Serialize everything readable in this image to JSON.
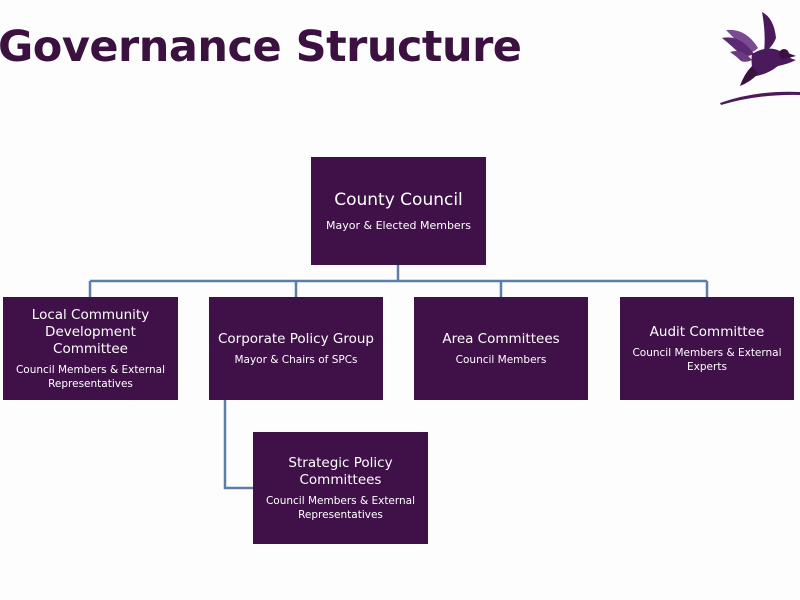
{
  "slide": {
    "title": "Governance Structure"
  },
  "logo": {
    "icon": "bird-logo-icon",
    "color": "#4a1a5c"
  },
  "colors": {
    "box_fill": "#3f1148",
    "title_text": "#3b1140",
    "connector": "#5b7fa6"
  },
  "org_chart": {
    "root": {
      "name": "County Council",
      "members": "Mayor & Elected Members"
    },
    "committees": [
      {
        "name": "Local Community Development Committee",
        "members": "Council Members & External Representatives"
      },
      {
        "name": "Corporate Policy Group",
        "members": "Mayor & Chairs of SPCs"
      },
      {
        "name": "Area Committees",
        "members": "Council Members"
      },
      {
        "name": "Audit Committee",
        "members": "Council Members & External Experts"
      }
    ],
    "sub": {
      "parent": "Corporate Policy Group",
      "name": "Strategic Policy Committees",
      "members": "Council Members & External Representatives"
    }
  }
}
